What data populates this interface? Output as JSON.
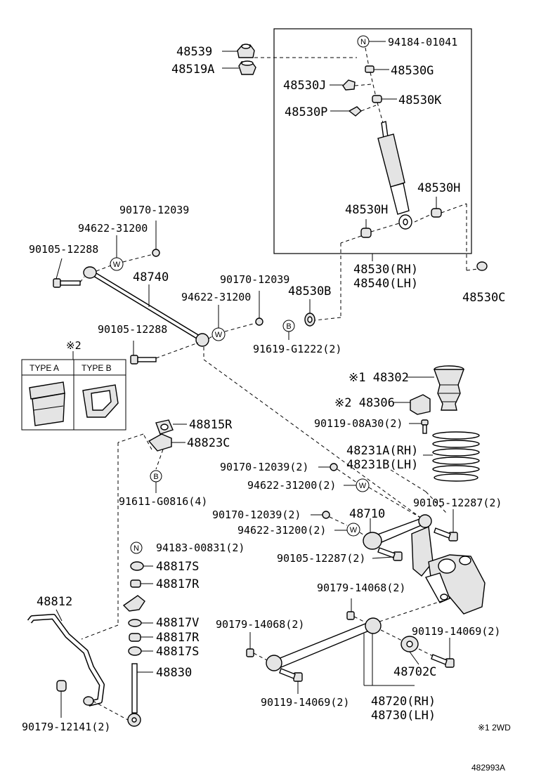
{
  "labels": {
    "p48539": "48539",
    "p48519a": "48519A",
    "p94184": "94184-01041",
    "p48530g": "48530G",
    "p48530j": "48530J",
    "p48530k": "48530K",
    "p48530p": "48530P",
    "p48530h_right": "48530H",
    "p48530h_left": "48530H",
    "p48530rh": "48530(RH)",
    "p48540lh": "48540(LH)",
    "p48530c": "48530C",
    "p90170_a": "90170-12039",
    "p94622_a": "94622-31200",
    "p90105_a": "90105-12288",
    "p48740": "48740",
    "p90170_b": "90170-12039",
    "p94622_b": "94622-31200",
    "p48530b": "48530B",
    "p90105_b": "90105-12288",
    "p91619": "91619-G1222(2)",
    "note2_mark": "※2",
    "type_a": "TYPE A",
    "type_b": "TYPE B",
    "p48302": "※1 48302",
    "p48306": "※2 48306",
    "p90119_08a30": "90119-08A30(2)",
    "p48815r": "48815R",
    "p48823c": "48823C",
    "p48231a": "48231A(RH)",
    "p48231b": "48231B(LH)",
    "p91611": "91611-G0816(4)",
    "p90170_c": "90170-12039(2)",
    "p94622_c": "94622-31200(2)",
    "p48710": "48710",
    "p90170_d": "90170-12039(2)",
    "p94622_d": "94622-31200(2)",
    "p90105_12287_r": "90105-12287(2)",
    "p90105_12287_l": "90105-12287(2)",
    "p94183": "94183-00831(2)",
    "p48817s_1": "48817S",
    "p48817r_1": "48817R",
    "p48812": "48812",
    "p90179_14068_a": "90179-14068(2)",
    "p48817v": "48817V",
    "p48817r_2": "48817R",
    "p48817s_2": "48817S",
    "p90179_14068_b": "90179-14068(2)",
    "p90119_14069_r": "90119-14069(2)",
    "p48830": "48830",
    "p48702c": "48702C",
    "p90179_12141": "90179-12141(2)",
    "p90119_14069_b": "90119-14069(2)",
    "p48720rh": "48720(RH)",
    "p48730lh": "48730(LH)",
    "note_2wd": "※1 2WD",
    "diagram_id": "482993A"
  },
  "symbols": {
    "n": "N",
    "w": "W",
    "b": "B"
  }
}
